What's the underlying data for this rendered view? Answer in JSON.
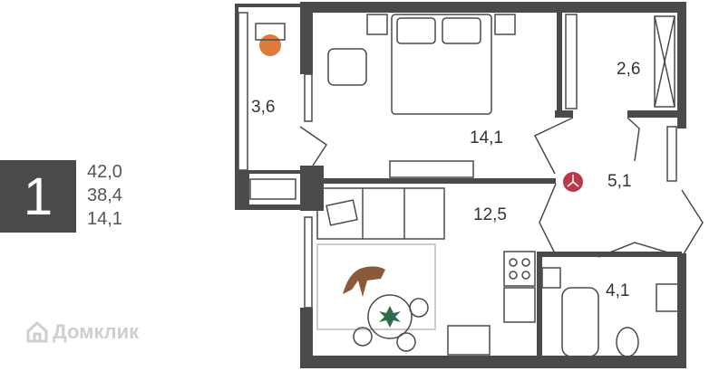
{
  "summary": {
    "rooms_count": "1",
    "total_area": "42,0",
    "living_area_total": "38,4",
    "living_area": "14,1"
  },
  "watermark": {
    "icon": "house-icon",
    "text": "Домклик"
  },
  "floorplan": {
    "rooms": [
      {
        "id": "balcony",
        "label": "3,6"
      },
      {
        "id": "bedroom",
        "label": "14,1"
      },
      {
        "id": "storage",
        "label": "2,6"
      },
      {
        "id": "hallway",
        "label": "5,1"
      },
      {
        "id": "kitchen-living",
        "label": "12,5"
      },
      {
        "id": "bathroom",
        "label": "4,1"
      }
    ],
    "colors": {
      "wall": "#4a4a4a",
      "accent_chair": "#e07a3a",
      "meter_marker": "#b83a4a",
      "dog": "#8a5a3a",
      "plant": "#2f6b4a"
    }
  }
}
